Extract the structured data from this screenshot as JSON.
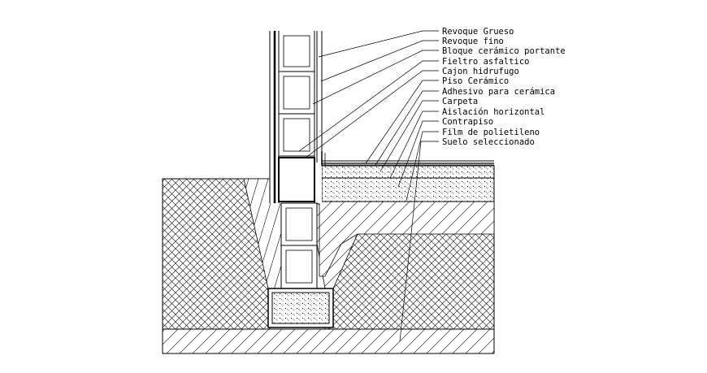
{
  "labels": [
    "Revoque Grueso",
    "Revoque fino",
    "Bloque cerámico portante",
    "Fieltro asfaltico",
    "Cajon hidrufugo",
    "Piso Cerámico",
    "Adhesivo para cerámica",
    "Carpeta",
    "Aislación horizontal",
    "Contrapiso",
    "Film de polietileno",
    "Suelo seleccionado"
  ],
  "colors": {
    "line": "#000000",
    "background": "#ffffff"
  }
}
